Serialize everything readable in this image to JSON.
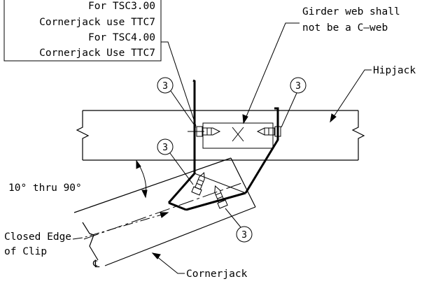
{
  "note_box": {
    "lines": [
      "For TSC3.00",
      "Cornerjack use TTC7",
      "For TSC4.00",
      "Cornerjack Use TTC7"
    ]
  },
  "labels": {
    "girder_web_line1": "Girder web shall",
    "girder_web_line2": "not be a C—web",
    "hipjack": "Hipjack",
    "angle": "10° thru 90°",
    "closed_edge_line1": "Closed Edge",
    "closed_edge_line2": "of Clip",
    "centerline_symbol": "℄",
    "cornerjack": "Cornerjack"
  },
  "fastener_tags": [
    "3",
    "3",
    "3",
    "3"
  ]
}
